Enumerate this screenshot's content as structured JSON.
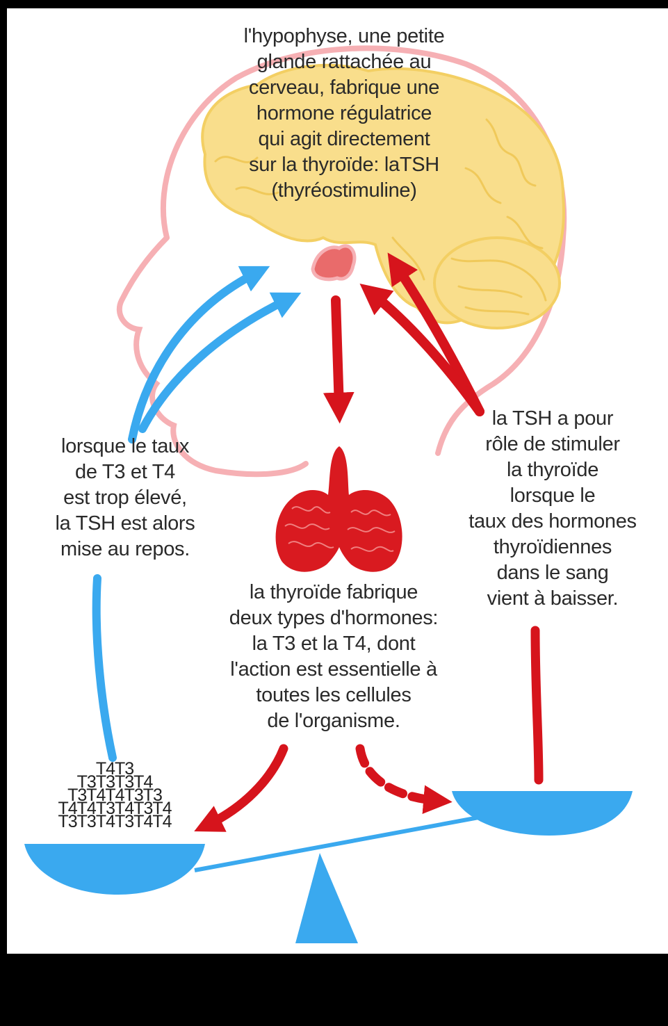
{
  "texts": {
    "pituitary": [
      "l'hypophyse, une petite",
      "glande rattachée au",
      "cerveau, fabrique une",
      "hormone régulatrice",
      "qui agit directement",
      "sur la thyroïde: laTSH",
      "(thyréostimuline)"
    ],
    "high_levels": [
      "lorsque le taux",
      "de T3 et T4",
      "est trop élevé,",
      "la TSH est alors",
      "mise au repos."
    ],
    "tsh_role": [
      "la TSH a pour",
      "rôle de stimuler",
      "la thyroïde",
      "lorsque le",
      "taux des hormones",
      "thyroïdiennes",
      "dans le sang",
      "vient à baisser."
    ],
    "thyroid": [
      "la thyroïde fabrique",
      "deux types d'hormones:",
      "la T3 et la T4, dont",
      "l'action est essentielle à",
      "toutes les cellules",
      "de l'organisme."
    ],
    "hormone_pile": [
      "T4T3",
      "T3T3T3T4",
      "T3T4T4T3T3",
      "T4T4T3T4T3T4",
      "T3T3T4T3T4T4"
    ]
  },
  "colors": {
    "brain": "#f9de8c",
    "brain_outline": "#f3cf63",
    "head_outline": "#f6b0b4",
    "red_arrow": "#d6141c",
    "blue": "#3aa9ef",
    "thyroid": "#d91a20",
    "pituitary": "#e96b6b"
  },
  "icons": [
    "head-outline",
    "brain-icon",
    "pituitary-icon",
    "thyroid-icon",
    "balance-scale-icon"
  ]
}
